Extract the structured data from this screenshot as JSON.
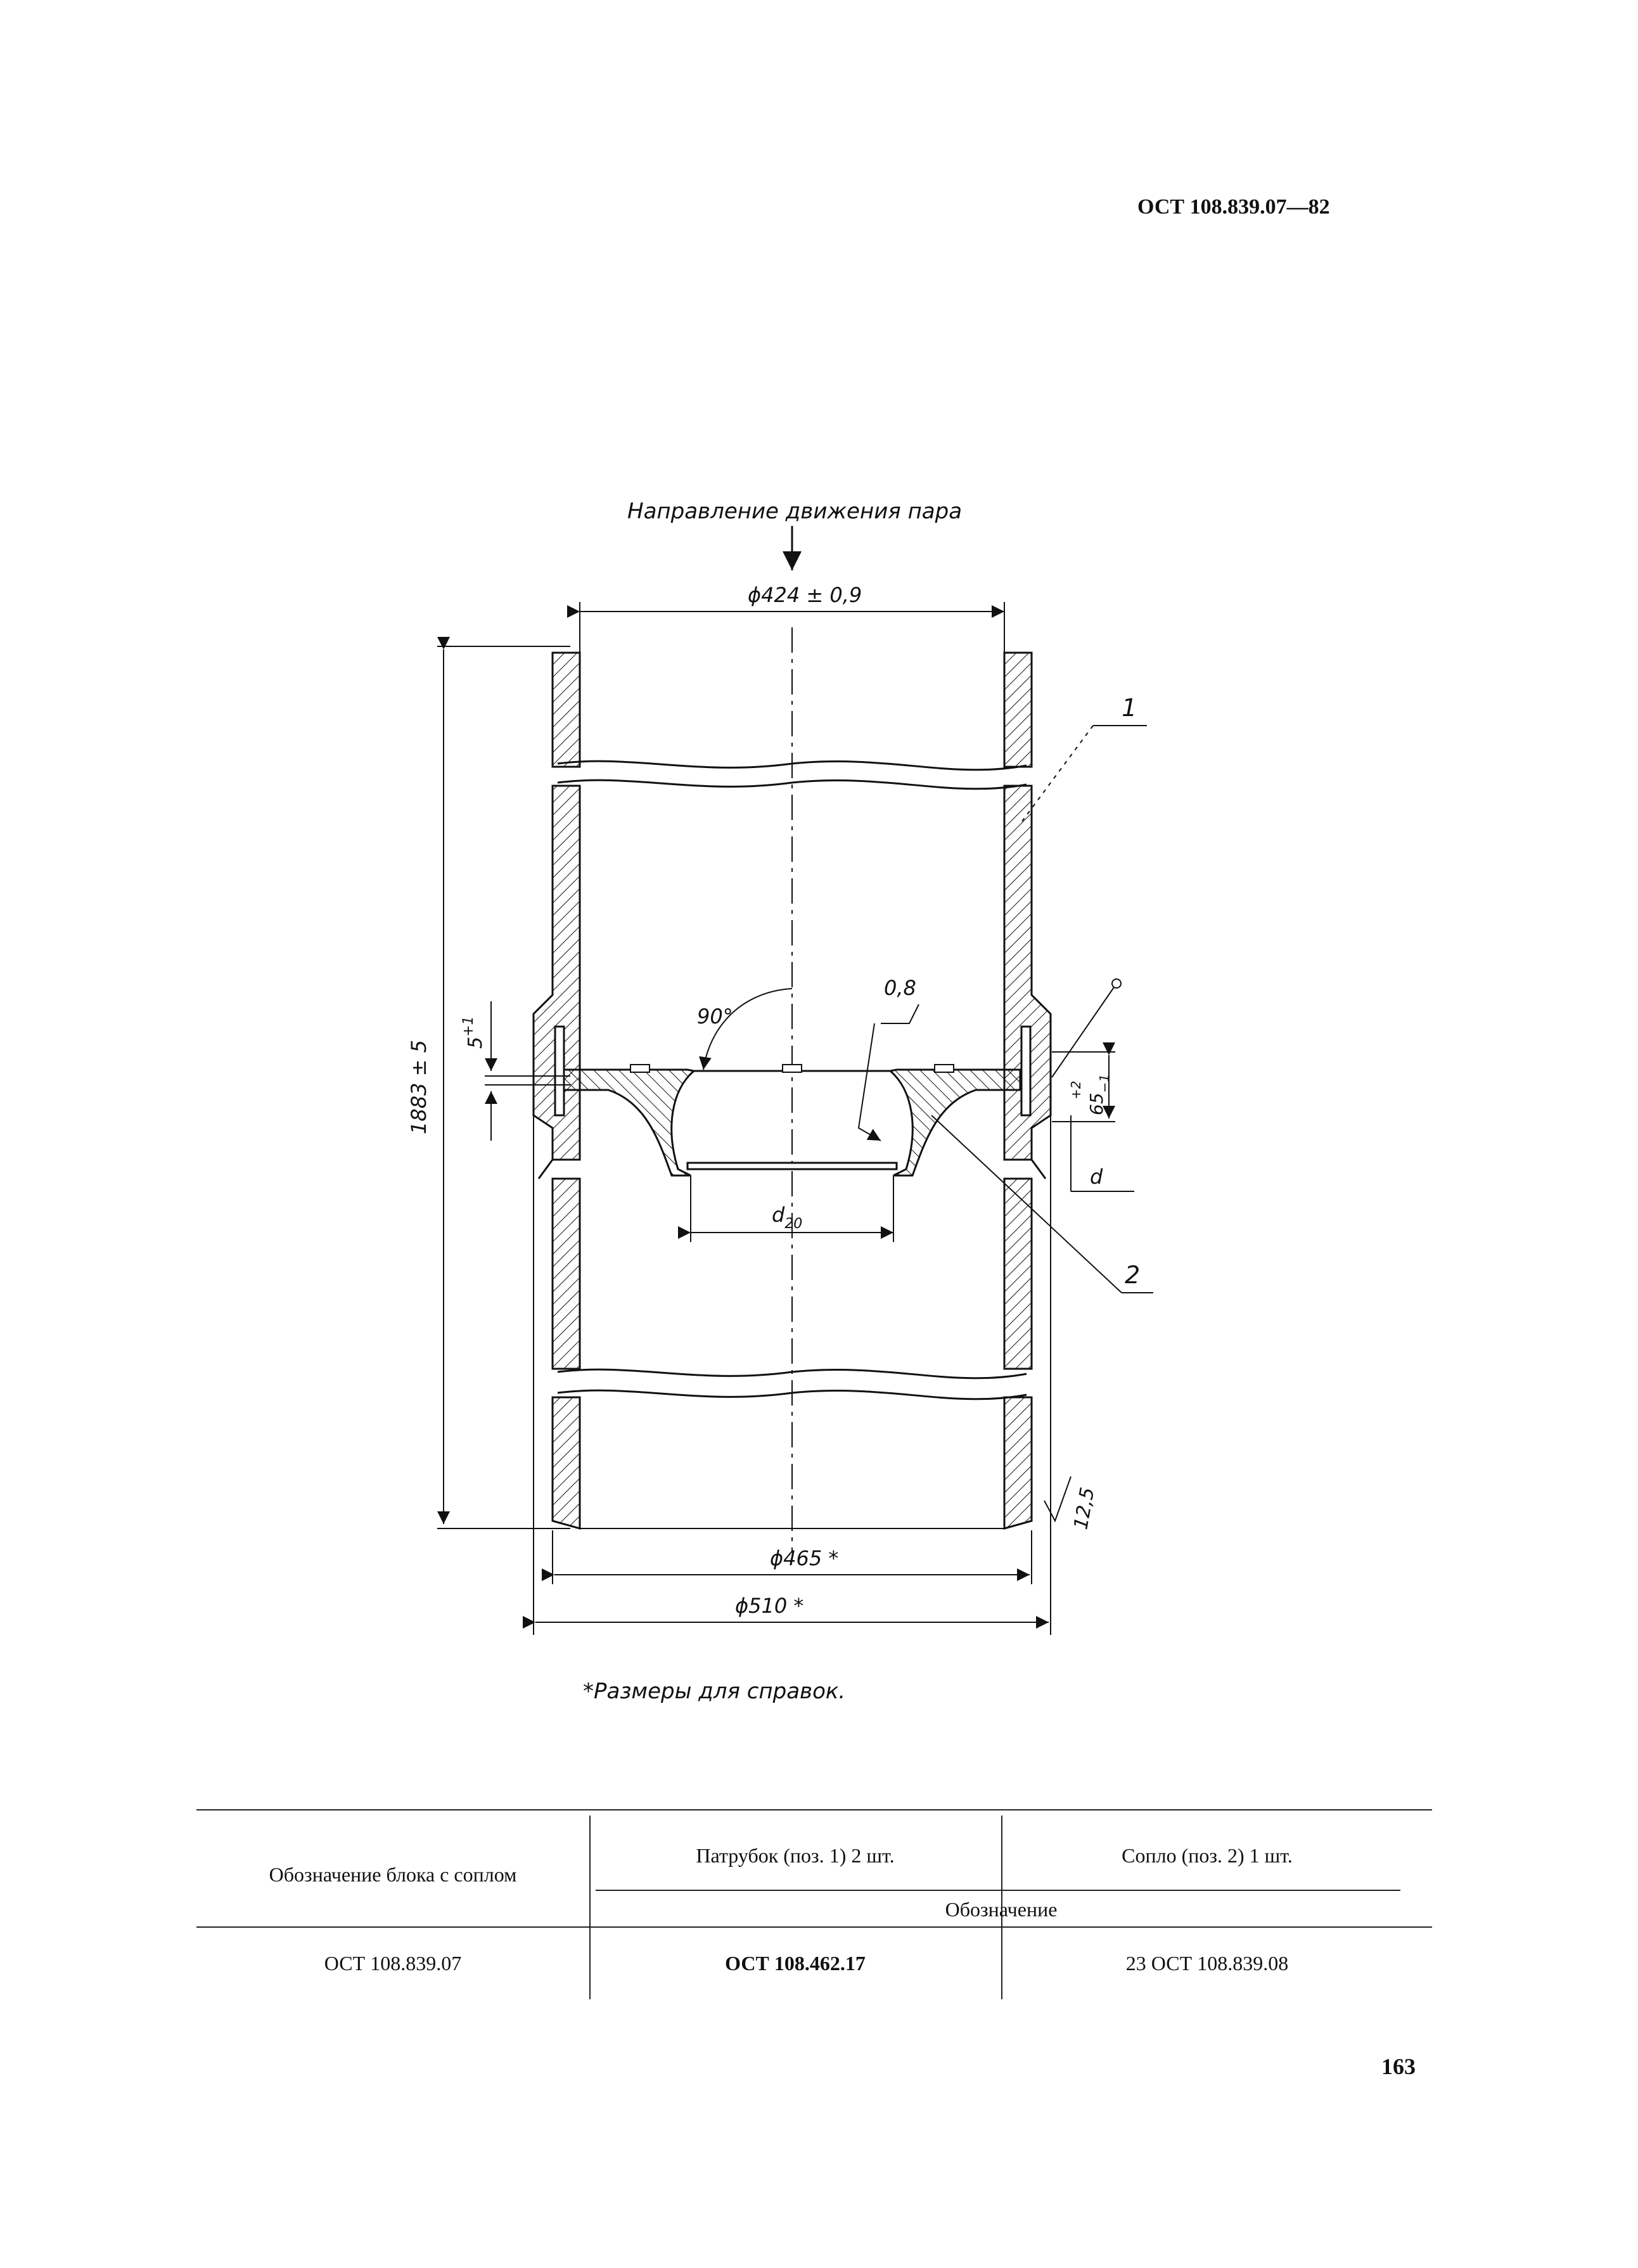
{
  "header": {
    "standard_code": "ОСТ 108.839.07—82"
  },
  "drawing": {
    "flow_direction_label": "Направление движения пара",
    "dim_inner_top": "ϕ424 ± 0,9",
    "dim_length": "1883 ± 5",
    "dim_gap": "5",
    "dim_gap_tol": "+1",
    "dim_angle": "90°",
    "dim_roughness": "0,8",
    "dim_throat": "d",
    "dim_throat_sub": "20",
    "dim_nozzle_offset": "65",
    "dim_nozzle_tol_upper": "+2",
    "dim_nozzle_tol_lower": "−1",
    "dim_d": "d",
    "dim_wall_roughness": "12,5",
    "dim_outer_bottom": "ϕ465 *",
    "dim_outer_total": "ϕ510 *",
    "pos_1": "1",
    "pos_2": "2",
    "footnote": "*Размеры для справок."
  },
  "spec_table": {
    "col_block_header": "Обозначение блока с соплом",
    "col_pipe_header": "Патрубок (поз. 1) 2 шт.",
    "col_nozzle_header": "Сопло (поз. 2) 1 шт.",
    "sub_header": "Обозначение",
    "rows": [
      {
        "block": "ОСТ 108.839.07",
        "pipe": "ОСТ 108.462.17",
        "nozzle": "23 ОСТ 108.839.08"
      }
    ]
  },
  "footer": {
    "page_number": "163"
  },
  "colors": {
    "ink": "#111111",
    "paper": "#ffffff"
  }
}
